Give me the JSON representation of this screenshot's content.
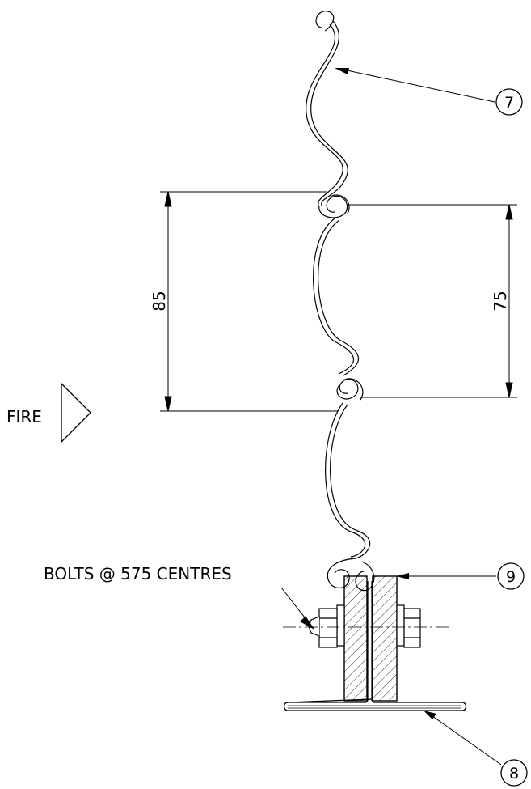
{
  "diagram": {
    "dimensions": {
      "overall_pitch": "85",
      "inner_pitch": "75"
    },
    "labels": {
      "fire": "FIRE",
      "bolts": "BOLTS @ 575 CENTRES"
    },
    "callouts": {
      "item_7": "7",
      "item_8": "8",
      "item_9": "9"
    },
    "colors": {
      "line": "#000000",
      "background": "#ffffff"
    }
  }
}
